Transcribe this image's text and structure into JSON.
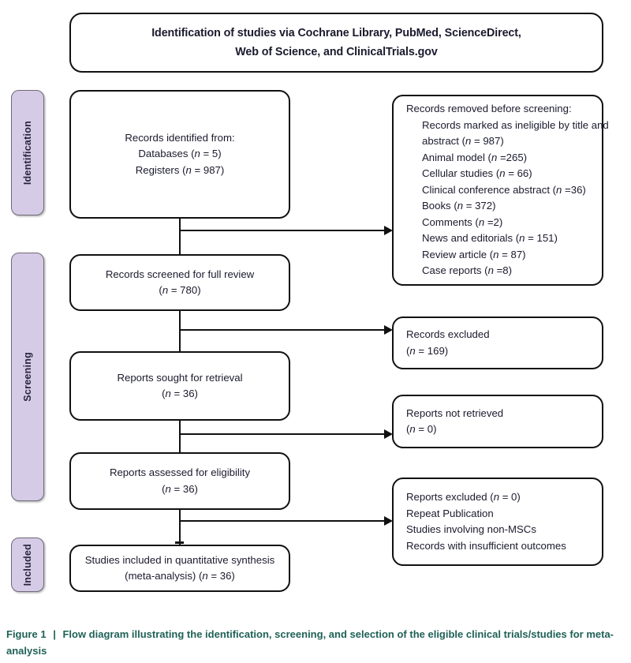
{
  "title_box": {
    "line1": "Identification of studies via Cochrane Library, PubMed, ScienceDirect,",
    "line2": "Web of Science, and ClinicalTrials.gov"
  },
  "stages": [
    {
      "label": "Identification"
    },
    {
      "label": "Screening"
    },
    {
      "label": "Included"
    }
  ],
  "flow": {
    "identified": {
      "line1": "Records identified from:",
      "line2": "Databases (n = 5)",
      "line3": "Registers (n = 987)"
    },
    "screened": {
      "line1": "Records screened for full review",
      "line2": "(n = 780)"
    },
    "sought": {
      "line1": "Reports sought for retrieval",
      "line2": "(n = 36)"
    },
    "assessed": {
      "line1": "Reports assessed for eligibility",
      "line2": "(n = 36)"
    },
    "included": {
      "line1": "Studies included in quantitative synthesis",
      "line2": "(meta-analysis) (n = 36)"
    }
  },
  "excluded": {
    "removed_before_screening": {
      "heading": "Records removed before screening:",
      "items": [
        "Records marked as ineligible by title and",
        "abstract (n = 987)",
        "Animal model (n =265)",
        "Cellular studies (n = 66)",
        "Clinical conference abstract (n =36)",
        "Books (n = 372)",
        "Comments (n =2)",
        "News and editorials (n = 151)",
        "Review article (n = 87)",
        "Case reports (n =8)"
      ]
    },
    "records_excluded": {
      "line1": "Records excluded",
      "line2": "(n = 169)"
    },
    "reports_not_retrieved": {
      "line1": "Reports not retrieved",
      "line2": "(n = 0)"
    },
    "reports_excluded": {
      "line1": "Reports excluded (n = 0)",
      "line2": "Repeat Publication",
      "line3": "Studies involving non-MSCs",
      "line4": "Records with insufficient outcomes"
    }
  },
  "caption": {
    "label": "Figure 1",
    "separator": "|",
    "text_line1": "Flow diagram illustrating the identification, screening, and selection of the eligible clinical trials/studies",
    "text_line2": "for meta-analysis"
  },
  "colors": {
    "stage_fill": "#d6cbe6",
    "stage_border": "#6f6a78",
    "box_border": "#111111",
    "caption_color": "#1f6157",
    "page_background": "#ffffff"
  }
}
